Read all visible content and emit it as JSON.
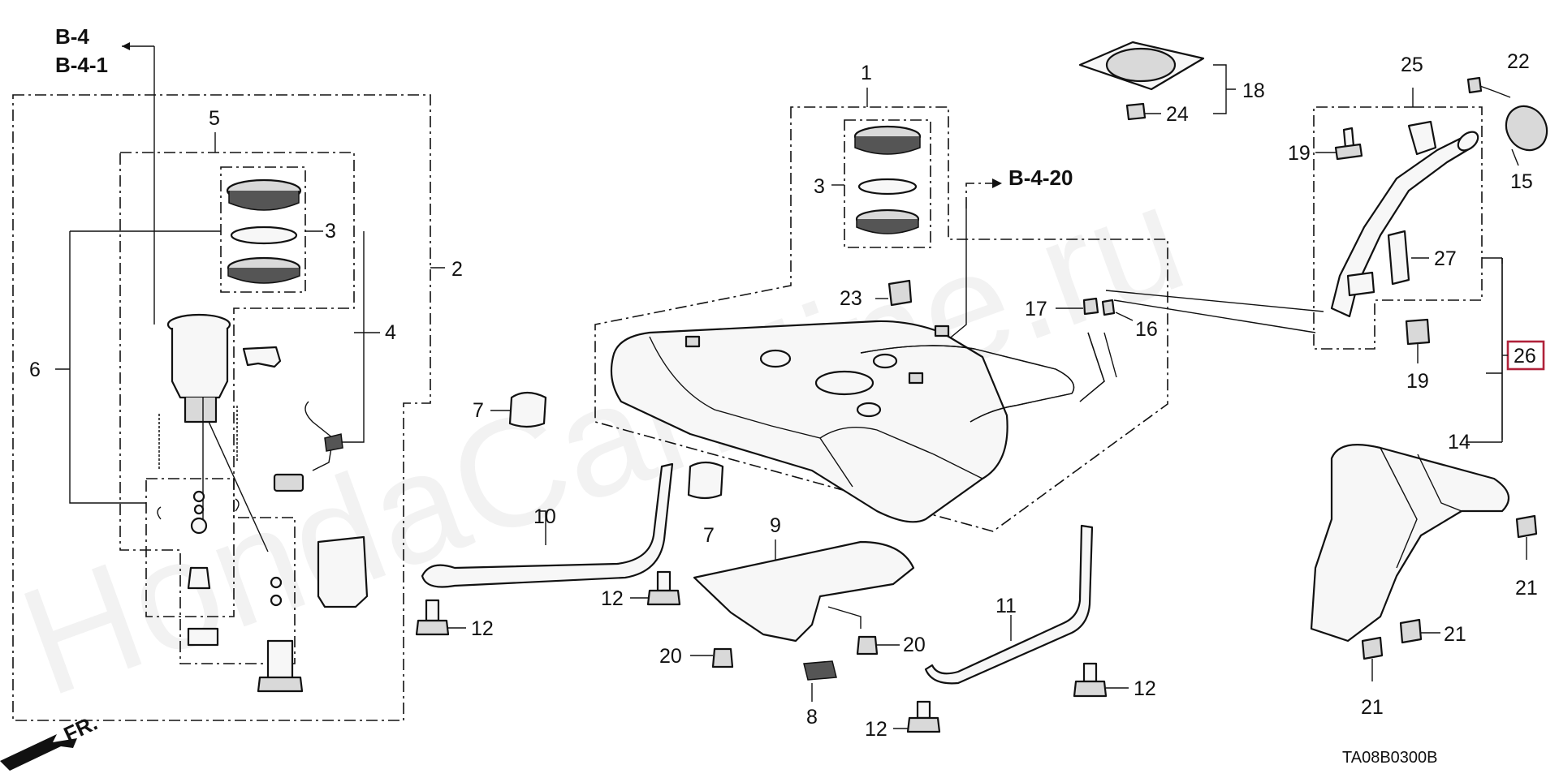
{
  "watermark": "HondaCarMine.ru",
  "diagram_code": "TA08B0300B",
  "direction_label": "FR.",
  "refs": {
    "b4": "B-4",
    "b41": "B-4-1",
    "b420": "B-4-20"
  },
  "callouts": {
    "c1": "1",
    "c2": "2",
    "c3a": "3",
    "c3b": "3",
    "c4": "4",
    "c5": "5",
    "c6": "6",
    "c7a": "7",
    "c7b": "7",
    "c8": "8",
    "c9": "9",
    "c10": "10",
    "c11": "11",
    "c12a": "12",
    "c12b": "12",
    "c12c": "12",
    "c12d": "12",
    "c14": "14",
    "c15": "15",
    "c16": "16",
    "c17": "17",
    "c18": "18",
    "c19a": "19",
    "c19b": "19",
    "c20a": "20",
    "c20b": "20",
    "c21a": "21",
    "c21b": "21",
    "c21c": "21",
    "c22": "22",
    "c23": "23",
    "c24": "24",
    "c25": "25",
    "c26": "26",
    "c27": "27"
  },
  "highlight": {
    "part": "26",
    "color": "#b0223a"
  }
}
